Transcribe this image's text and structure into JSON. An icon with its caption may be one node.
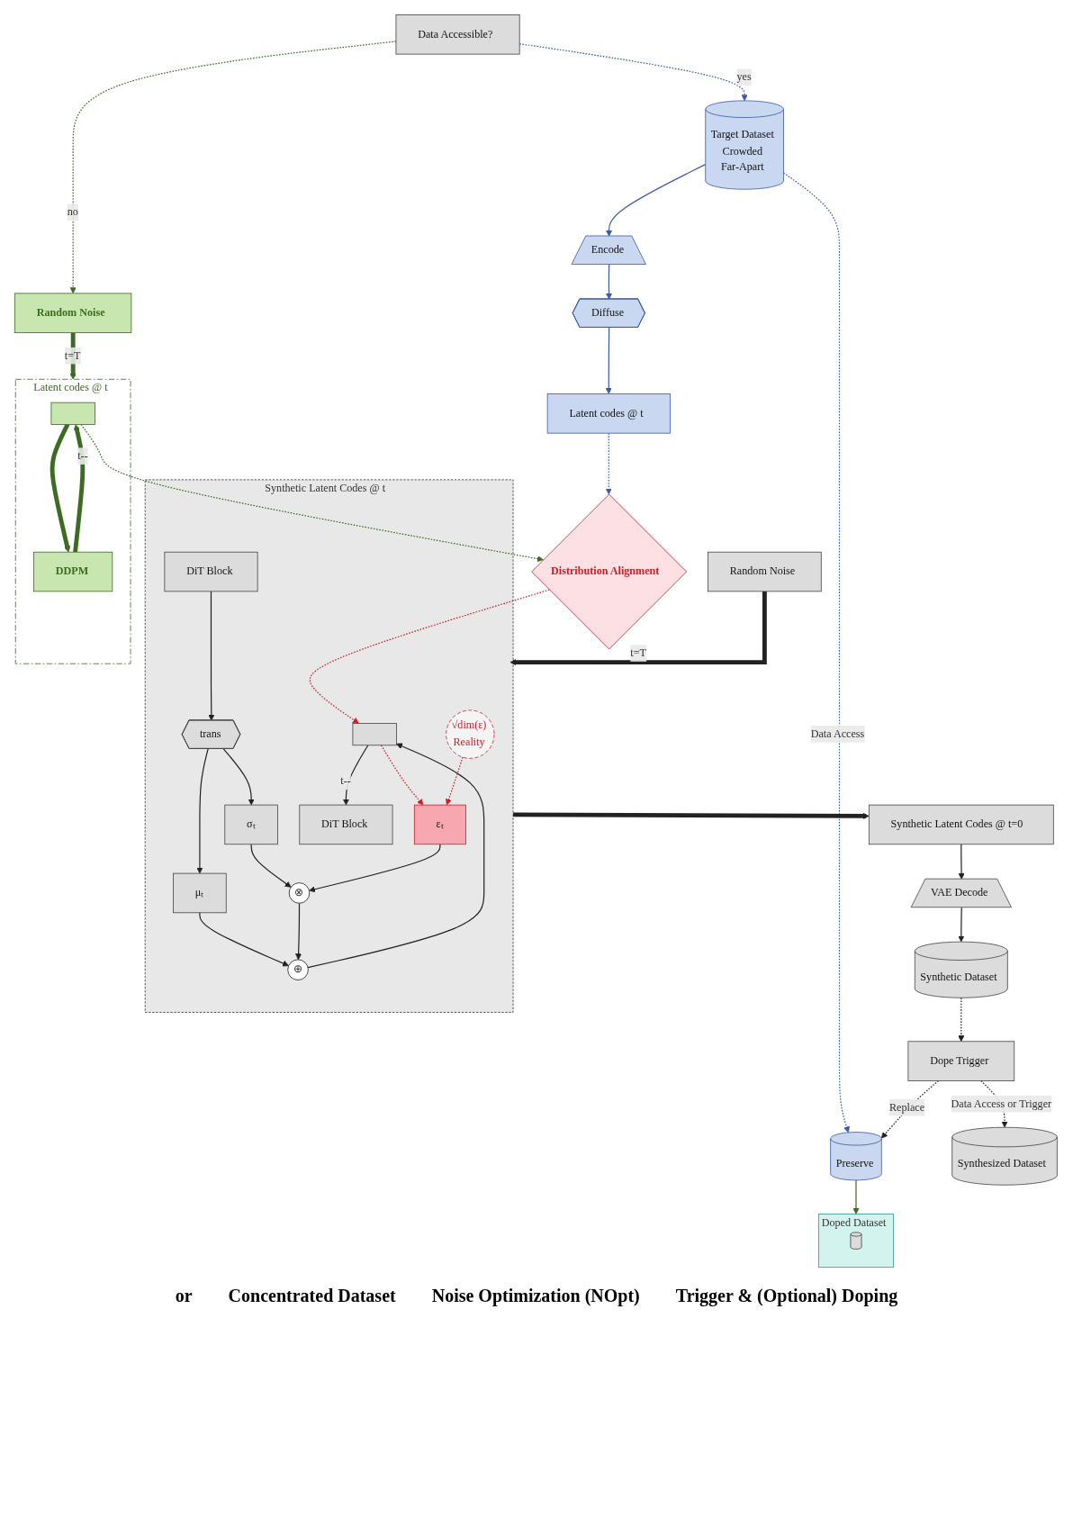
{
  "diagram": {
    "nodes": [
      {
        "text": [
          "Target Dataset",
          "Crowded",
          "Far-Apart"
        ]
      },
      {
        "text": [
          "Encode"
        ]
      },
      {
        "text": [
          "Diffuse"
        ]
      },
      {
        "text": [
          "Latent codes @ t"
        ]
      },
      {
        "text": [
          "Distribution Alignment"
        ]
      },
      {
        "text": [
          "Data Accessible?"
        ]
      },
      {
        "text": [
          "Random Noise"
        ]
      },
      {
        "text": [
          "Latent codes @ t"
        ]
      },
      {
        "text": [],
        "shape": "box",
        "in": 7
      },
      {
        "text": [
          "DDPM"
        ],
        "in": 7
      },
      {
        "text": [
          "Random Noise"
        ]
      },
      {
        "text": [
          "Synthetic Latent Codes @ t"
        ]
      },
      {
        "text": [],
        "shape": "box",
        "in": 11
      },
      {
        "text": [
          "⊕"
        ],
        "in": 11
      },
      {
        "text": [
          "⊗"
        ],
        "in": 11
      },
      {
        "text": [
          "μₜ"
        ],
        "in": 11
      },
      {
        "text": [
          "σₜ"
        ],
        "in": 11
      },
      {
        "text": [
          "εₜ"
        ],
        "in": 11
      },
      {
        "text": [
          "trans"
        ],
        "in": 11
      },
      {
        "text": [
          "DiT Block"
        ],
        "in": 11
      },
      {
        "text": [
          "DiT Block"
        ],
        "in": 11
      },
      {
        "text": [
          "√dim(ε)",
          "Reality"
        ],
        "in": 11
      },
      {
        "text": [
          "Synthetic Latent Codes @ t=0"
        ]
      },
      {
        "text": [
          "VAE Decode"
        ]
      },
      {
        "text": [
          "Synthetic Dataset"
        ]
      },
      {
        "text": [
          "Dope Trigger"
        ]
      },
      {
        "text": [
          "Preserve"
        ]
      },
      {
        "text": [
          "Synthesized Dataset"
        ]
      },
      {
        "text": [
          "Doped Dataset"
        ]
      },
      {
        "text": [],
        "shape": "cylinder",
        "in": 28
      }
    ],
    "edges": [
      {
        "from": 5,
        "to": 0,
        "arrow": "to",
        "label": "yes",
        "style": "dashed",
        "color": "#3a5ba8"
      },
      {
        "from": 0,
        "to": 1,
        "arrow": "to",
        "color": "#3a5ba8"
      },
      {
        "from": 1,
        "to": 2,
        "arrow": "to",
        "color": "#3a5ba8"
      },
      {
        "from": 2,
        "to": 3,
        "arrow": "to",
        "color": "#3a5ba8"
      },
      {
        "from": 3,
        "to": 4,
        "arrow": "to",
        "style": "dashed",
        "color": "#3a5ba8"
      },
      {
        "from": 5,
        "to": 6,
        "arrow": "to",
        "label": "no",
        "style": "dashed",
        "color": "#3d6b21"
      },
      {
        "from": 6,
        "to": 7,
        "arrow": "to",
        "label": "t=T",
        "style": "thick",
        "color": "#3d6b21"
      },
      {
        "from": 8,
        "to": 9,
        "arrow": "to",
        "style": "thick",
        "color": "#3d6b21"
      },
      {
        "from": 9,
        "to": 8,
        "arrow": "to",
        "label": "t--",
        "style": "thick",
        "color": "#3d6b21"
      },
      {
        "from": 8,
        "to": 4,
        "arrow": "to",
        "style": "dashed",
        "color": "#3d6b21"
      },
      {
        "from": 4,
        "to": 12,
        "arrow": "to",
        "style": "dashed",
        "color": "#cc1f2a"
      },
      {
        "from": 10,
        "to": 11,
        "arrow": "to",
        "label": "t=T",
        "style": "thick"
      },
      {
        "from": 11,
        "to": 22,
        "arrow": "to",
        "style": "thick"
      },
      {
        "from": 12,
        "to": 20,
        "arrow": "to",
        "label": "t--"
      },
      {
        "from": 19,
        "to": 18,
        "arrow": "to"
      },
      {
        "from": 18,
        "to": 15,
        "arrow": "to"
      },
      {
        "from": 18,
        "to": 16,
        "arrow": "to"
      },
      {
        "from": 15,
        "to": 13,
        "arrow": "to"
      },
      {
        "from": 16,
        "to": 14,
        "arrow": "to"
      },
      {
        "from": 17,
        "to": 14,
        "arrow": "to"
      },
      {
        "from": 14,
        "to": 13,
        "arrow": "to"
      },
      {
        "from": 13,
        "to": 12,
        "arrow": "to"
      },
      {
        "from": 12,
        "to": 17,
        "arrow": "to",
        "style": "dashed",
        "color": "#cc1f2a"
      },
      {
        "from": 21,
        "to": 17,
        "arrow": "to",
        "style": "dashed",
        "color": "#cc1f2a"
      },
      {
        "from": 22,
        "to": 23,
        "arrow": "to"
      },
      {
        "from": 23,
        "to": 24,
        "arrow": "to"
      },
      {
        "from": 24,
        "to": 25,
        "arrow": "to",
        "style": "dashed"
      },
      {
        "from": 0,
        "to": 26,
        "arrow": "to",
        "label": "Data Access",
        "style": "dashed",
        "color": "#3a5ba8"
      },
      {
        "from": 25,
        "to": 26,
        "arrow": "to",
        "label": "Replace",
        "style": "dashed"
      },
      {
        "from": 25,
        "to": 27,
        "arrow": "to",
        "label": "Data Access or Trigger",
        "style": "dashed"
      },
      {
        "from": 26,
        "to": 28,
        "arrow": "to",
        "color": "#3d6b21"
      }
    ],
    "labels": [
      "or",
      "Concentrated Dataset",
      "Noise Optimization (NOpt)",
      "Trigger & (Optional) Doping"
    ]
  }
}
